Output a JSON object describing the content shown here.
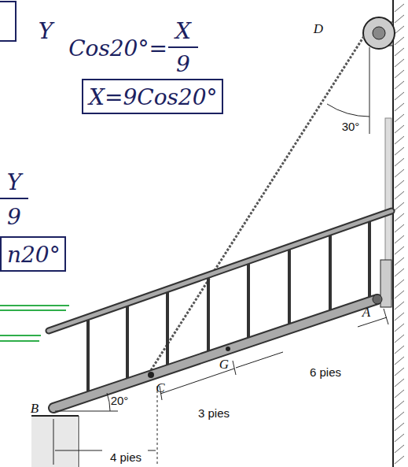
{
  "diagram": {
    "nodes": [
      {
        "text": [
          "X=9Cos20°"
        ]
      },
      {
        "text": [
          "n20°"
        ]
      }
    ],
    "labels": [
      "Y",
      "Cos20°=",
      "X",
      "9",
      "Y",
      "9",
      "D",
      "30°",
      "A",
      "G",
      "C",
      "6 pies",
      "B",
      "20°",
      "3 pies",
      "4 pies"
    ]
  }
}
